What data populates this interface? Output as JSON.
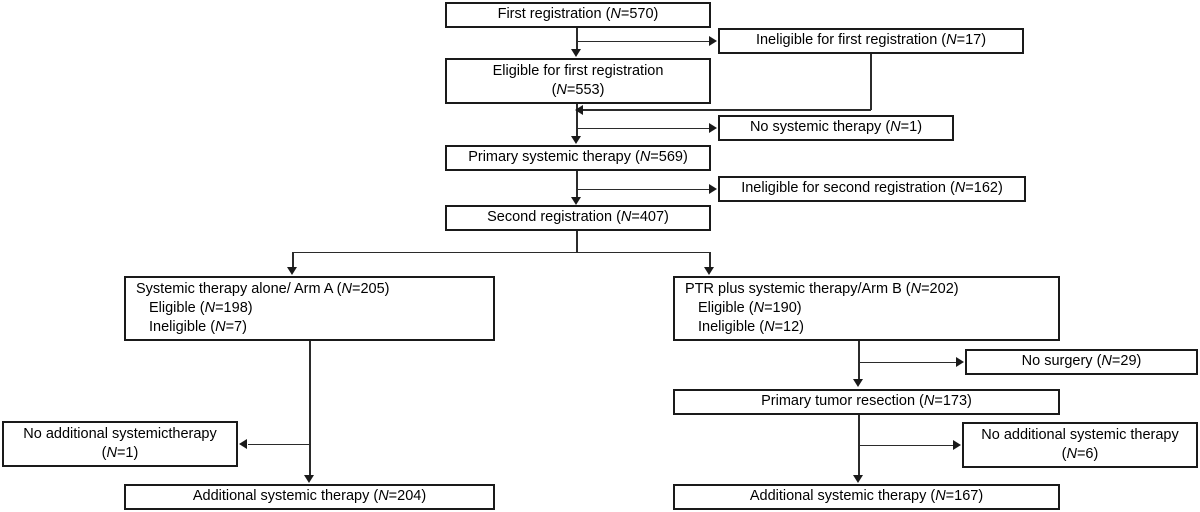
{
  "diagram": {
    "type": "flowchart",
    "title": "CONSORT participant flow diagram",
    "colors": {
      "box_border": "#1a1a1a",
      "connector": "#2b2b2b",
      "background": "#ffffff",
      "text": "#000000"
    },
    "nodes": {
      "first_registration": {
        "line1_pre": "First registration (",
        "line1_n": "N",
        "line1_post": "=570)"
      },
      "ineligible_first": {
        "line1_pre": "Ineligible for first registration (",
        "line1_n": "N",
        "line1_post": "=17)"
      },
      "eligible_first": {
        "line1": "Eligible for first registration",
        "line2_pre": "(",
        "line2_n": "N",
        "line2_post": "=553)"
      },
      "no_systemic_therapy": {
        "line1_pre": "No systemic therapy (",
        "line1_n": "N",
        "line1_post": "=1)"
      },
      "primary_systemic_therapy": {
        "line1_pre": "Primary systemic therapy (",
        "line1_n": "N",
        "line1_post": "=569)"
      },
      "ineligible_second": {
        "line1_pre": "Ineligible for second registration (",
        "line1_n": "N",
        "line1_post": "=162)"
      },
      "second_registration": {
        "line1_pre": "Second registration (",
        "line1_n": "N",
        "line1_post": "=407)"
      },
      "arm_a": {
        "line1_pre": "Systemic therapy alone/ Arm A (",
        "line1_n": "N",
        "line1_post": "=205)",
        "line2_pre": "Eligible (",
        "line2_n": "N",
        "line2_post": "=198)",
        "line3_pre": "Ineligible (",
        "line3_n": "N",
        "line3_post": "=7)"
      },
      "arm_b": {
        "line1_pre": "PTR plus systemic therapy/Arm B (",
        "line1_n": "N",
        "line1_post": "=202)",
        "line2_pre": "Eligible (",
        "line2_n": "N",
        "line2_post": "=190)",
        "line3_pre": "Ineligible (",
        "line3_n": "N",
        "line3_post": "=12)"
      },
      "no_surgery": {
        "line1_pre": "No surgery (",
        "line1_n": "N",
        "line1_post": "=29)"
      },
      "primary_tumor_resection": {
        "line1_pre": "Primary tumor resection (",
        "line1_n": "N",
        "line1_post": "=173)"
      },
      "no_additional_systemic_right": {
        "line1": "No additional systemic therapy",
        "line2_pre": "(",
        "line2_n": "N",
        "line2_post": "=6)"
      },
      "no_additional_systemic_left": {
        "line1": "No additional systemictherapy",
        "line2_pre": "(",
        "line2_n": "N",
        "line2_post": "=1)"
      },
      "additional_systemic_left": {
        "line1_pre": "Additional systemic therapy (",
        "line1_n": "N",
        "line1_post": "=204)"
      },
      "additional_systemic_right": {
        "line1_pre": "Additional systemic therapy (",
        "line1_n": "N",
        "line1_post": "=167)"
      }
    },
    "flow_data": {
      "first_registration": 570,
      "ineligible_for_first_registration": 17,
      "eligible_for_first_registration": 553,
      "no_systemic_therapy": 1,
      "primary_systemic_therapy": 569,
      "ineligible_for_second_registration": 162,
      "second_registration": 407,
      "arm_a_total": 205,
      "arm_a_eligible": 198,
      "arm_a_ineligible": 7,
      "arm_b_total": 202,
      "arm_b_eligible": 190,
      "arm_b_ineligible": 12,
      "no_surgery": 29,
      "primary_tumor_resection": 173,
      "no_additional_systemic_therapy_arm_b": 6,
      "no_additional_systemic_therapy_arm_a": 1,
      "additional_systemic_therapy_arm_a": 204,
      "additional_systemic_therapy_arm_b": 167
    }
  }
}
